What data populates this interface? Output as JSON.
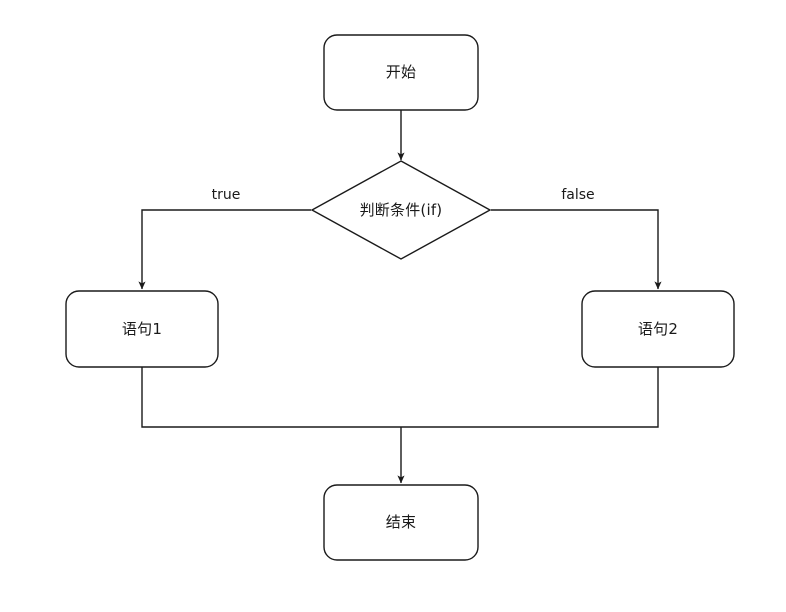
{
  "diagram": {
    "title": "if-else flowchart",
    "background_color": "#ffffff",
    "stroke_color": "#1a1a1a",
    "fill_color": "#ffffff",
    "nodes": [
      {
        "id": "start",
        "shape": "rounded-rect",
        "label": "开始"
      },
      {
        "id": "decision",
        "shape": "diamond",
        "label": "判断条件(if)"
      },
      {
        "id": "stmt1",
        "shape": "rounded-rect",
        "label": "语句1"
      },
      {
        "id": "stmt2",
        "shape": "rounded-rect",
        "label": "语句2"
      },
      {
        "id": "end",
        "shape": "rounded-rect",
        "label": "结束"
      }
    ],
    "edges": [
      {
        "id": "start-to-decision",
        "from": "start",
        "to": "decision",
        "label": ""
      },
      {
        "id": "decision-true",
        "from": "decision",
        "to": "stmt1",
        "label": "true"
      },
      {
        "id": "decision-false",
        "from": "decision",
        "to": "stmt2",
        "label": "false"
      },
      {
        "id": "stmt1-to-end",
        "from": "stmt1",
        "to": "end",
        "label": ""
      },
      {
        "id": "stmt2-to-end",
        "from": "stmt2",
        "to": "end",
        "label": ""
      }
    ]
  }
}
